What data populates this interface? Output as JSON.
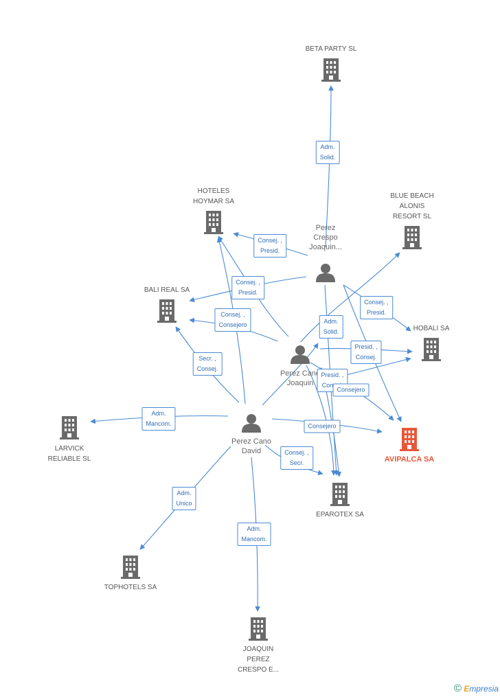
{
  "colors": {
    "edge": "#4a8ad3",
    "company_icon": "#6a6a6a",
    "focus_icon": "#e8573a",
    "person_icon": "#6a6a6a",
    "label_text": "#555555"
  },
  "companies": [
    {
      "id": "beta",
      "label": [
        "BETA PARTY SL"
      ],
      "icon": "building-icon"
    },
    {
      "id": "hoteles",
      "label": [
        "HOTELES",
        "HOYMAR SA"
      ],
      "icon": "building-icon"
    },
    {
      "id": "bluebeach",
      "label": [
        "BLUE BEACH",
        "ALONIS",
        "RESORT SL"
      ],
      "icon": "building-icon"
    },
    {
      "id": "bali",
      "label": [
        "BALI REAL SA"
      ],
      "icon": "building-icon"
    },
    {
      "id": "hobali",
      "label": [
        "HOBALI SA"
      ],
      "icon": "building-icon"
    },
    {
      "id": "larvick",
      "label": [
        "LARVICK",
        "RELIABLE SL"
      ],
      "icon": "building-icon"
    },
    {
      "id": "avipalca",
      "label": [
        "AVIPALCA SA"
      ],
      "icon": "building-icon",
      "focus": true
    },
    {
      "id": "eparotex",
      "label": [
        "EPAROTEX SA"
      ],
      "icon": "building-icon"
    },
    {
      "id": "tophotels",
      "label": [
        "TOPHOTELS SA"
      ],
      "icon": "building-icon"
    },
    {
      "id": "joaquin",
      "label": [
        "JOAQUIN",
        "PEREZ",
        "CRESPO E..."
      ],
      "icon": "building-icon"
    }
  ],
  "persons": [
    {
      "id": "p1",
      "label": [
        "Perez",
        "Crespo",
        "Joaquin..."
      ],
      "icon": "person-icon"
    },
    {
      "id": "p2",
      "label": [
        "Perez Cano",
        "Joaquin"
      ],
      "icon": "person-icon"
    },
    {
      "id": "p3",
      "label": [
        "Perez Cano",
        "David"
      ],
      "icon": "person-icon"
    }
  ],
  "edge_labels": [
    {
      "text": [
        "Adm.",
        "Solid."
      ]
    },
    {
      "text": [
        "Consej. ,",
        "Presid."
      ]
    },
    {
      "text": [
        "Consej. ,",
        "Presid."
      ]
    },
    {
      "text": [
        "Consej. ,",
        "Presid."
      ]
    },
    {
      "text": [
        "Consej. ,",
        "Consejero"
      ]
    },
    {
      "text": [
        "Secr. ,",
        "Consej."
      ]
    },
    {
      "text": [
        "Adm.",
        "Solid."
      ]
    },
    {
      "text": [
        "Presid. ,",
        "Consej."
      ]
    },
    {
      "text": [
        "Presid. ,",
        "Consej."
      ]
    },
    {
      "text": [
        "Consejero"
      ]
    },
    {
      "text": [
        "Adm.",
        "Mancom."
      ]
    },
    {
      "text": [
        "Consejero"
      ]
    },
    {
      "text": [
        "Consej. ,",
        "Secr."
      ]
    },
    {
      "text": [
        "Adm.",
        "Unico"
      ]
    },
    {
      "text": [
        "Adm.",
        "Mancom."
      ]
    }
  ],
  "copyright": {
    "symbol": "©",
    "brand_initial": "E",
    "brand_rest": "mpresia"
  }
}
